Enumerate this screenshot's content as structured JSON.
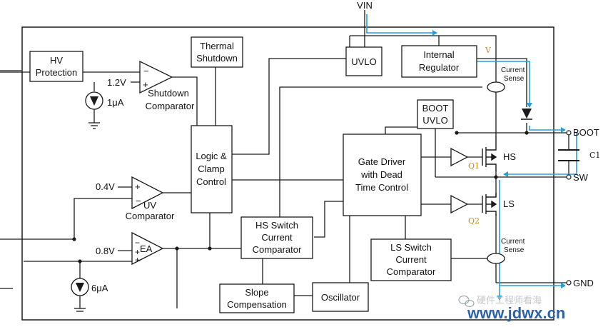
{
  "diagram": {
    "pins": {
      "vin": "VIN",
      "boot": "BOOT",
      "sw": "SW",
      "gnd": "GND"
    },
    "blocks": {
      "hv_protection": [
        "HV",
        "Protection"
      ],
      "thermal_shutdown": [
        "Thermal",
        "Shutdown"
      ],
      "uvlo": "UVLO",
      "internal_regulator": [
        "Internal",
        "Regulator"
      ],
      "logic_clamp": [
        "Logic &",
        "Clamp",
        "Control"
      ],
      "boot_uvlo": [
        "BOOT",
        "UVLO"
      ],
      "gate_driver": [
        "Gate Driver",
        "with Dead",
        "Time Control"
      ],
      "hs_switch_comp": [
        "HS Switch",
        "Current",
        "Comparator"
      ],
      "ls_switch_comp": [
        "LS Switch",
        "Current",
        "Comparator"
      ],
      "slope_comp": [
        "Slope",
        "Compensation"
      ],
      "oscillator": "Oscillator"
    },
    "comparators": {
      "shutdown": [
        "Shutdown",
        "Comparator"
      ],
      "uv": [
        "UV",
        "Comparator"
      ],
      "ea": "EA"
    },
    "sources": {
      "ref_1v2": "1.2V",
      "ref_0v4": "0.4V",
      "ref_0v8": "0.8V",
      "current_1ua": "1μA",
      "current_6ua": "6μA"
    },
    "labels": {
      "current_sense_top": [
        "Current",
        "Sense"
      ],
      "current_sense_bottom": [
        "Current",
        "Sense"
      ],
      "hs_label": "HS",
      "ls_label": "LS",
      "q1": "Q1",
      "q2": "Q2",
      "c1": "C1",
      "v_mark": "V"
    },
    "colors": {
      "line": "#1a1a1a",
      "current_path": "#2a9fd6",
      "annotation": "#c98a1a"
    }
  },
  "watermark": {
    "wechat_text": "硬件工程师看海",
    "site_text": "www.jdwx.cn"
  }
}
